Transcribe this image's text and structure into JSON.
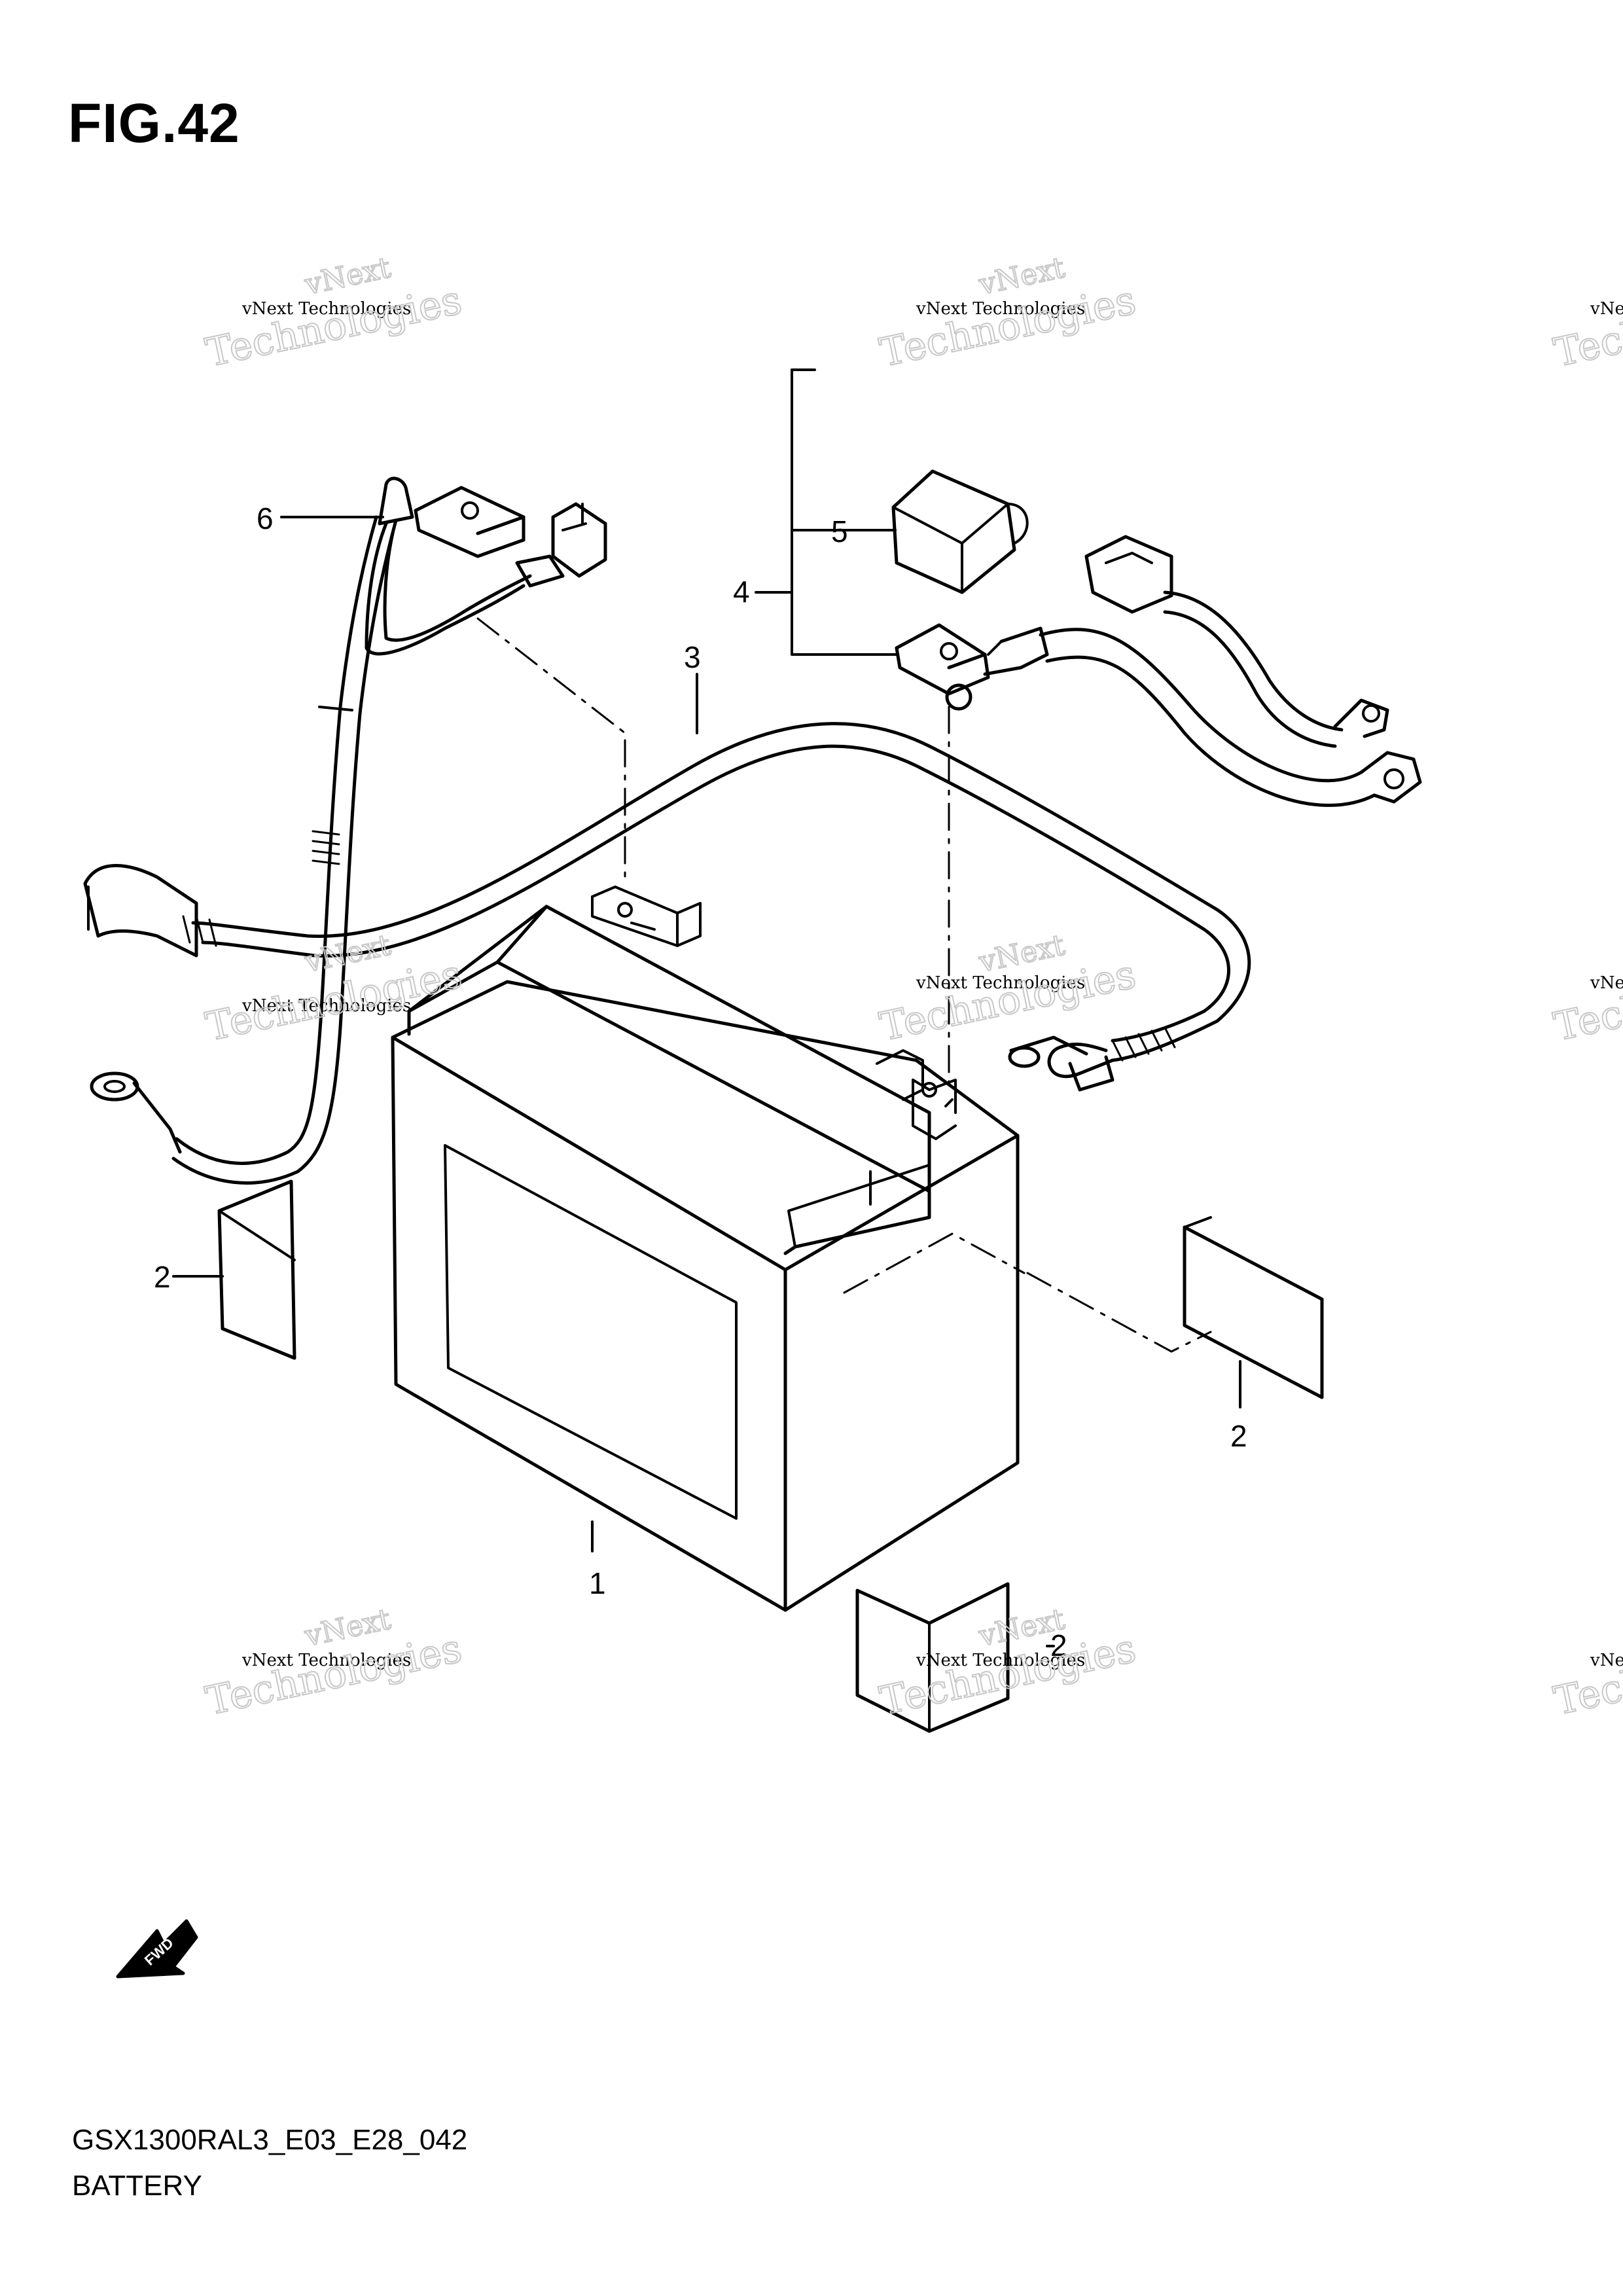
{
  "figure_title": "FIG.42",
  "drawing_code": "GSX1300RAL3_E03_E28_042",
  "drawing_name": "BATTERY",
  "fwd_arrow_label": "FWD",
  "watermark": {
    "line_small": "vNext Technologies",
    "line_big_1": "vNext",
    "line_big_2": "Technologies"
  },
  "callouts": [
    {
      "id": "1",
      "label": "1"
    },
    {
      "id": "2",
      "label": "2"
    },
    {
      "id": "2b",
      "label": "2"
    },
    {
      "id": "2c",
      "label": "2"
    },
    {
      "id": "3",
      "label": "3"
    },
    {
      "id": "4",
      "label": "4"
    },
    {
      "id": "5",
      "label": "5"
    },
    {
      "id": "6",
      "label": "6"
    }
  ]
}
